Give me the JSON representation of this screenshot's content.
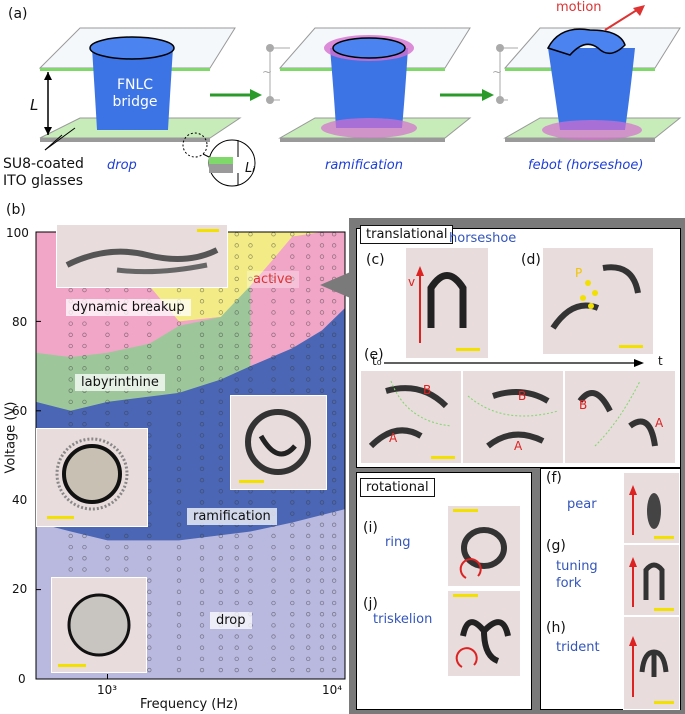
{
  "panel_a": {
    "label": "(a)",
    "bridge_label_1": "FNLC",
    "bridge_label_2": "bridge",
    "gap_label": "L",
    "glass_label_1": "SU8-coated",
    "glass_label_2": "ITO glasses",
    "inset_label": "Lᵢ",
    "stages": [
      "drop",
      "ramification",
      "febot (horseshoe)"
    ],
    "motion_label": "motion",
    "ac_symbol": "~"
  },
  "panel_b": {
    "label": "(b)",
    "ylabel": "Voltage (V)",
    "xlabel": "Frequency (Hz)",
    "yticks": [
      "0",
      "20",
      "40",
      "60",
      "80",
      "100"
    ],
    "xticks": [
      "10³",
      "10⁴"
    ],
    "regions": [
      "dynamic breakup",
      "active",
      "labyrinthine",
      "ramification",
      "drop"
    ]
  },
  "translational": {
    "title": "translational",
    "horseshoe": "horseshoe",
    "c": "(c)",
    "d": "(d)",
    "e": "(e)",
    "v": "v",
    "p": "P",
    "t0": "t₀",
    "t": "t",
    "a": "A",
    "b": "B"
  },
  "rotational": {
    "title": "rotational",
    "i": "(i)",
    "ring": "ring",
    "j": "(j)",
    "triskelion": "triskelion"
  },
  "right": {
    "f": "(f)",
    "pear": "pear",
    "g": "(g)",
    "tuning_1": "tuning",
    "tuning_2": "fork",
    "h": "(h)",
    "trident": "trident"
  },
  "colors": {
    "drop": "#b9b8df",
    "ramification": "#4a66b4",
    "labyrinthine": "#9dc79a",
    "breakup": "#f1a6c8",
    "active": "#f3ec86",
    "bridge": "#3c74e6",
    "glass_green": "#bfe9b4",
    "ramify_pink": "#d56fd0",
    "scalebar": "#f2e000"
  },
  "chart_data": {
    "type": "area",
    "title": "",
    "xlabel": "Frequency (Hz)",
    "ylabel": "Voltage (V)",
    "xscale": "log",
    "xlim": [
      500,
      10000
    ],
    "ylim": [
      0,
      100
    ],
    "grid": false,
    "series": [
      {
        "name": "drop",
        "x": [
          500,
          700,
          1000,
          2000,
          4000,
          6000,
          10000
        ],
        "y": [
          35,
          33,
          31,
          31,
          33,
          35,
          38
        ]
      },
      {
        "name": "ramification",
        "x": [
          500,
          700,
          1000,
          2000,
          3000,
          4000,
          6000,
          8000,
          10000
        ],
        "y": [
          62,
          60,
          62,
          64,
          67,
          70,
          74,
          78,
          83
        ]
      },
      {
        "name": "labyrinthine",
        "x": [
          500,
          700,
          1000,
          1500,
          2000,
          3000,
          4000
        ],
        "y": [
          73,
          72,
          73,
          75,
          79,
          81,
          90
        ]
      },
      {
        "name": "active",
        "x": [
          1500,
          2000,
          3000,
          4000,
          5000,
          6000,
          8000,
          10000
        ],
        "y": [
          88,
          80,
          81,
          88,
          94,
          99,
          100,
          100
        ]
      }
    ]
  }
}
